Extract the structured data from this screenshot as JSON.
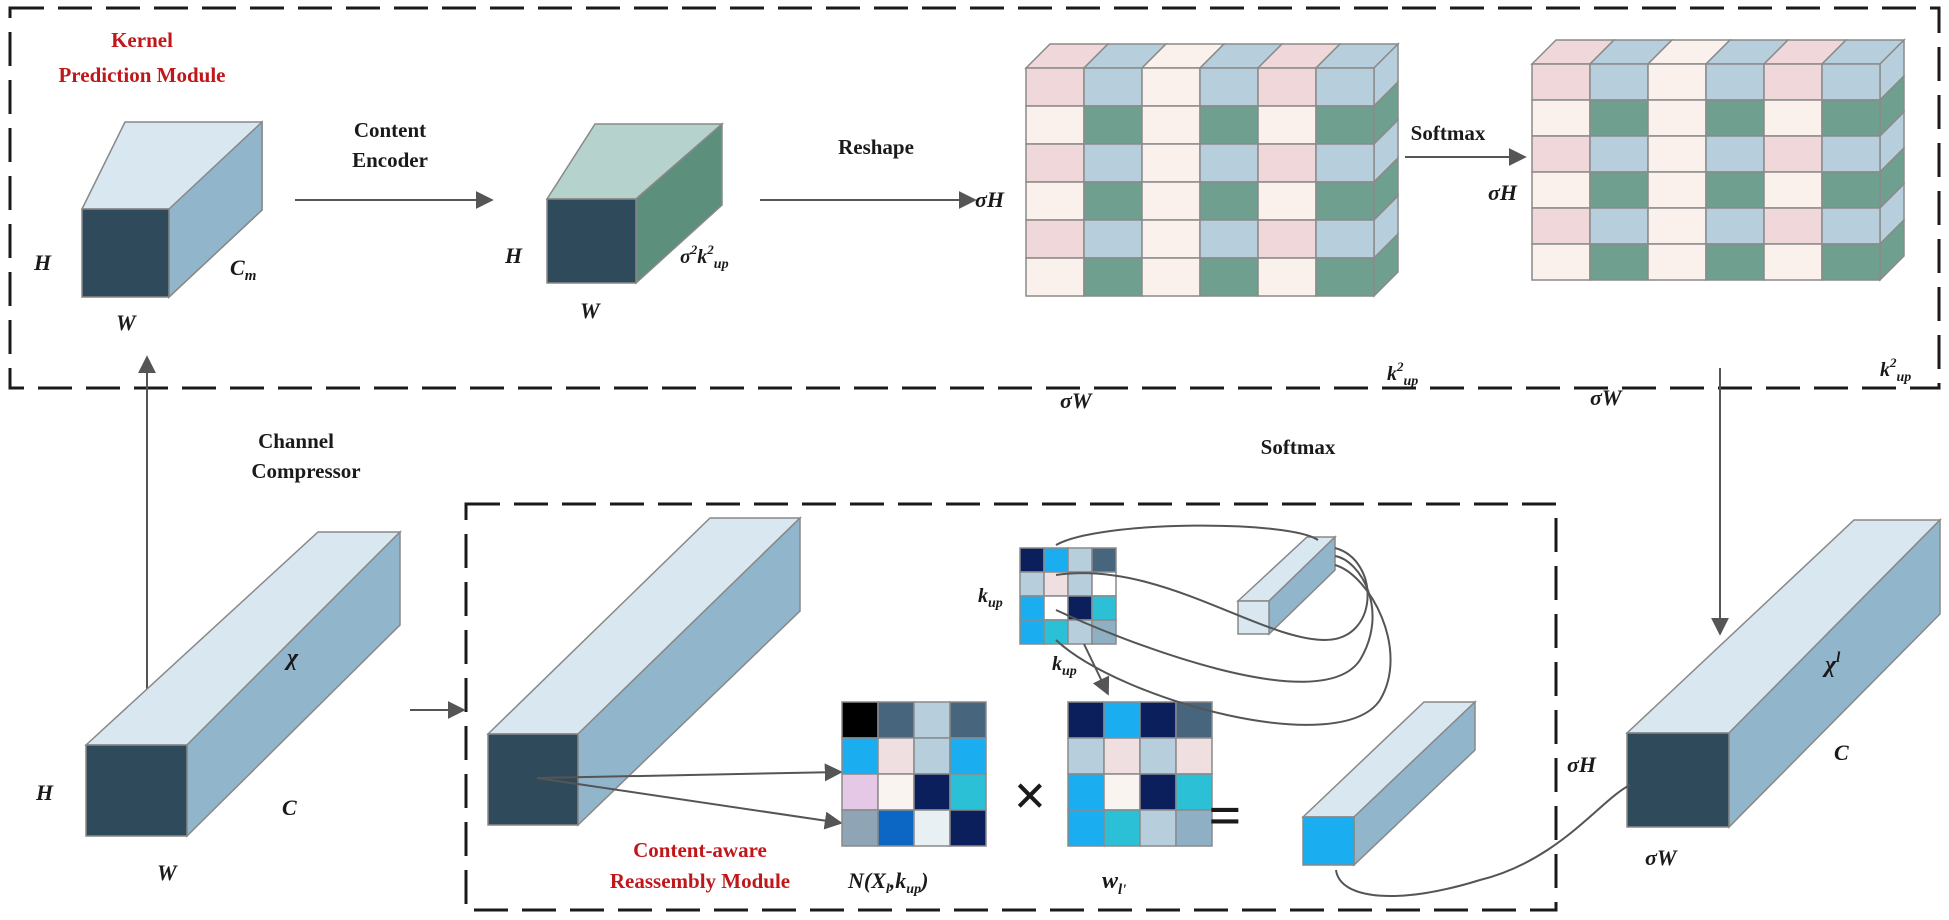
{
  "labels": {
    "kpm_line1": "Kernel",
    "kpm_line2": "Prediction Module",
    "content_encoder_1": "Content",
    "content_encoder_2": "Encoder",
    "reshape": "Reshape",
    "softmax_top": "Softmax",
    "softmax_bottom": "Softmax",
    "channel_compressor_1": "Channel",
    "channel_compressor_2": "Compressor",
    "cara_1": "Content-aware",
    "cara_2": "Reassembly Module"
  },
  "dims": {
    "H": "H",
    "W": "W",
    "Cm": "C",
    "Cm_sub": "m",
    "sigma2k": "σ",
    "sigma2k_sup": "2",
    "sigma2k_k": "k",
    "sigma2k_sup2": "2",
    "sigma2k_sub": "up",
    "sigmaH": "σH",
    "sigmaW": "σW",
    "k": "k",
    "k_sup": "2",
    "k_sub": "up",
    "kup": "k",
    "kup_sub": "up",
    "chi": "χ",
    "chi1": "χ",
    "chi1_sup": "l",
    "C": "C",
    "N_prefix": "N(X",
    "N_sub_l": "l",
    "N_mid": ",k",
    "N_sub_up": "up",
    "N_suffix": ")",
    "w": "w",
    "w_sub": "l'",
    "times": "×",
    "equals": "="
  },
  "colors": {
    "cube_front": "#2f4a5a",
    "cube_top": "#d8e7f0",
    "cube_side": "#91b6cc",
    "cube2_top": "#b5d3cc",
    "cube2_side": "#5d8f7d",
    "pink": "#efd7da",
    "cream": "#faf1ec",
    "blue": "#b7cedc",
    "green": "#6f9f8f",
    "label_red": "#c0171b"
  },
  "grids": {
    "reshape_cols": [
      "pink",
      "blue",
      "cream",
      "blue",
      "pink",
      "blue",
      "cream",
      "green",
      "cream",
      "green",
      "cream",
      "green"
    ],
    "small_kernel": [
      "#0b1f5c",
      "#1aaef0",
      "#b7cedc",
      "#48657e",
      "#b7cedc",
      "#f0dfe0",
      "#b7cedc",
      "#ffffff",
      "#1aaef0",
      "#ffffff",
      "#0b1f5c",
      "#2bc0d6",
      "#1aaef0",
      "#2bc0d6",
      "#b7cedc",
      "#8fb0c4"
    ],
    "n_grid": [
      "#000000",
      "#48657e",
      "#b7cedc",
      "#48657e",
      "#1aaef0",
      "#f0dfe0",
      "#b7cedc",
      "#1aaef0",
      "#e4c8e6",
      "#faf4f0",
      "#0b1f5c",
      "#2bc0d6",
      "#8fa4b4",
      "#0b66c4",
      "#e8f0f4",
      "#0b1f5c"
    ],
    "w_grid": [
      "#0b1f5c",
      "#1aaef0",
      "#0b1f5c",
      "#48657e",
      "#b7cedc",
      "#f0dfe0",
      "#b7cedc",
      "#f0dfe0",
      "#1aaef0",
      "#faf4f0",
      "#0b1f5c",
      "#2bc0d6",
      "#1aaef0",
      "#2bc0d6",
      "#b7cedc",
      "#8fb0c4"
    ]
  }
}
